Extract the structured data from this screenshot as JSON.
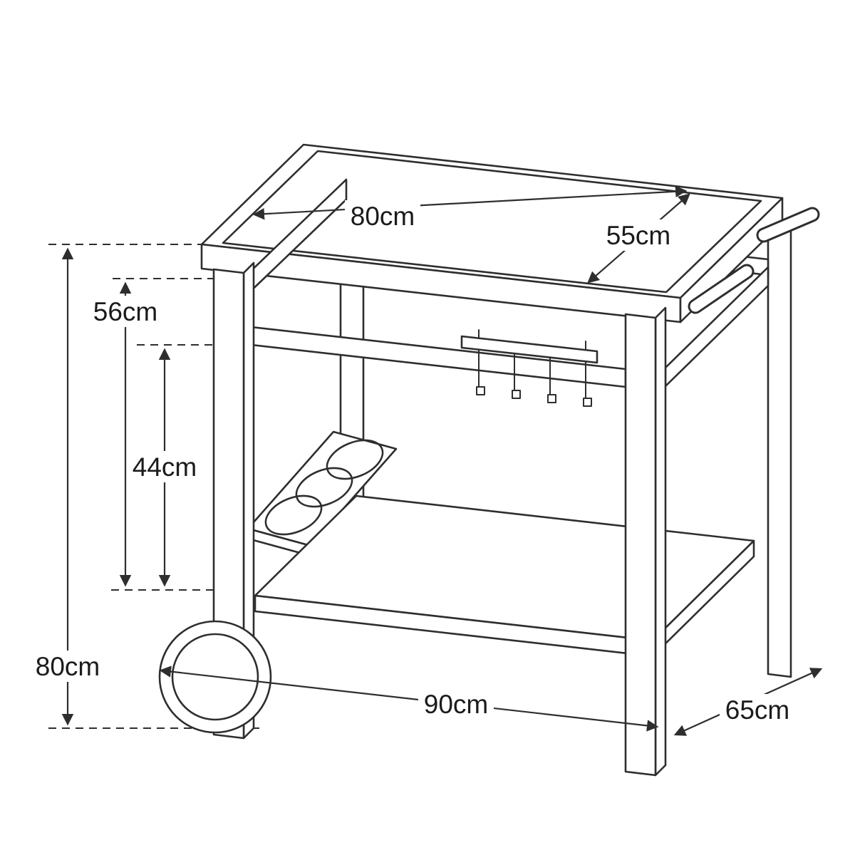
{
  "page": {
    "background": "#ffffff",
    "line_color": "#2e2e2e",
    "text_color": "#1b1b1b"
  },
  "diagram": {
    "type": "technical-dimension-drawing",
    "subject": "outdoor serving trolley / plancha cart line drawing",
    "dimensions": {
      "top_width": {
        "label": "80cm"
      },
      "top_depth": {
        "label": "55cm"
      },
      "upper_height": {
        "label": "56cm"
      },
      "middle_height": {
        "label": "44cm"
      },
      "overall_height": {
        "label": "80cm"
      },
      "overall_width": {
        "label": "90cm"
      },
      "overall_depth": {
        "label": "65cm"
      }
    }
  }
}
